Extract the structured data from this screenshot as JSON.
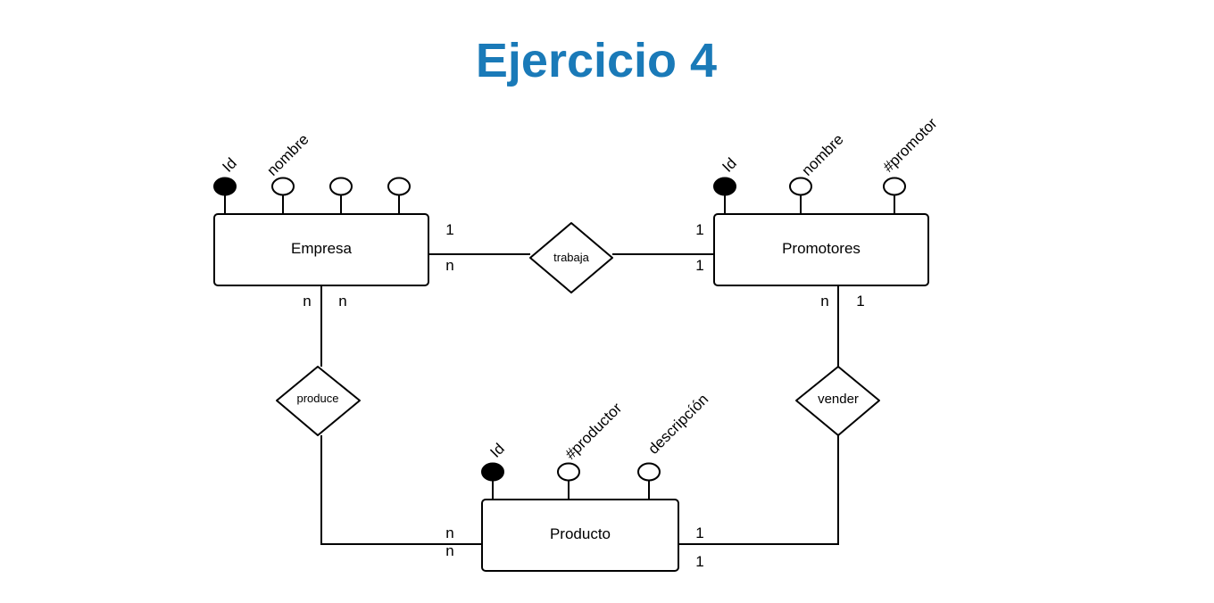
{
  "title": "Ejercicio 4",
  "entities": {
    "empresa": {
      "label": "Empresa",
      "attributes": [
        {
          "label": "Id",
          "key": true
        },
        {
          "label": "nombre",
          "key": false
        },
        {
          "label": "",
          "key": false
        },
        {
          "label": "",
          "key": false
        }
      ]
    },
    "promotores": {
      "label": "Promotores",
      "attributes": [
        {
          "label": "Id",
          "key": true
        },
        {
          "label": "nombre",
          "key": false
        },
        {
          "label": "#promotor",
          "key": false
        }
      ]
    },
    "producto": {
      "label": "Producto",
      "attributes": [
        {
          "label": "Id",
          "key": true
        },
        {
          "label": "#productor",
          "key": false
        },
        {
          "label": "descripcíón",
          "key": false
        }
      ]
    }
  },
  "relationships": {
    "trabaja": {
      "label": "trabaja",
      "cardinality": {
        "empresa_top": "1",
        "empresa_bottom": "n",
        "promotores_top": "1",
        "promotores_bottom": "1"
      }
    },
    "produce": {
      "label": "produce",
      "cardinality": {
        "empresa_left": "n",
        "empresa_right": "n",
        "producto_top": "n",
        "producto_bottom": "n"
      }
    },
    "vender": {
      "label": "vender",
      "cardinality": {
        "promotores_left": "n",
        "promotores_right": "1",
        "producto_top": "1",
        "producto_bottom": "1"
      }
    }
  }
}
